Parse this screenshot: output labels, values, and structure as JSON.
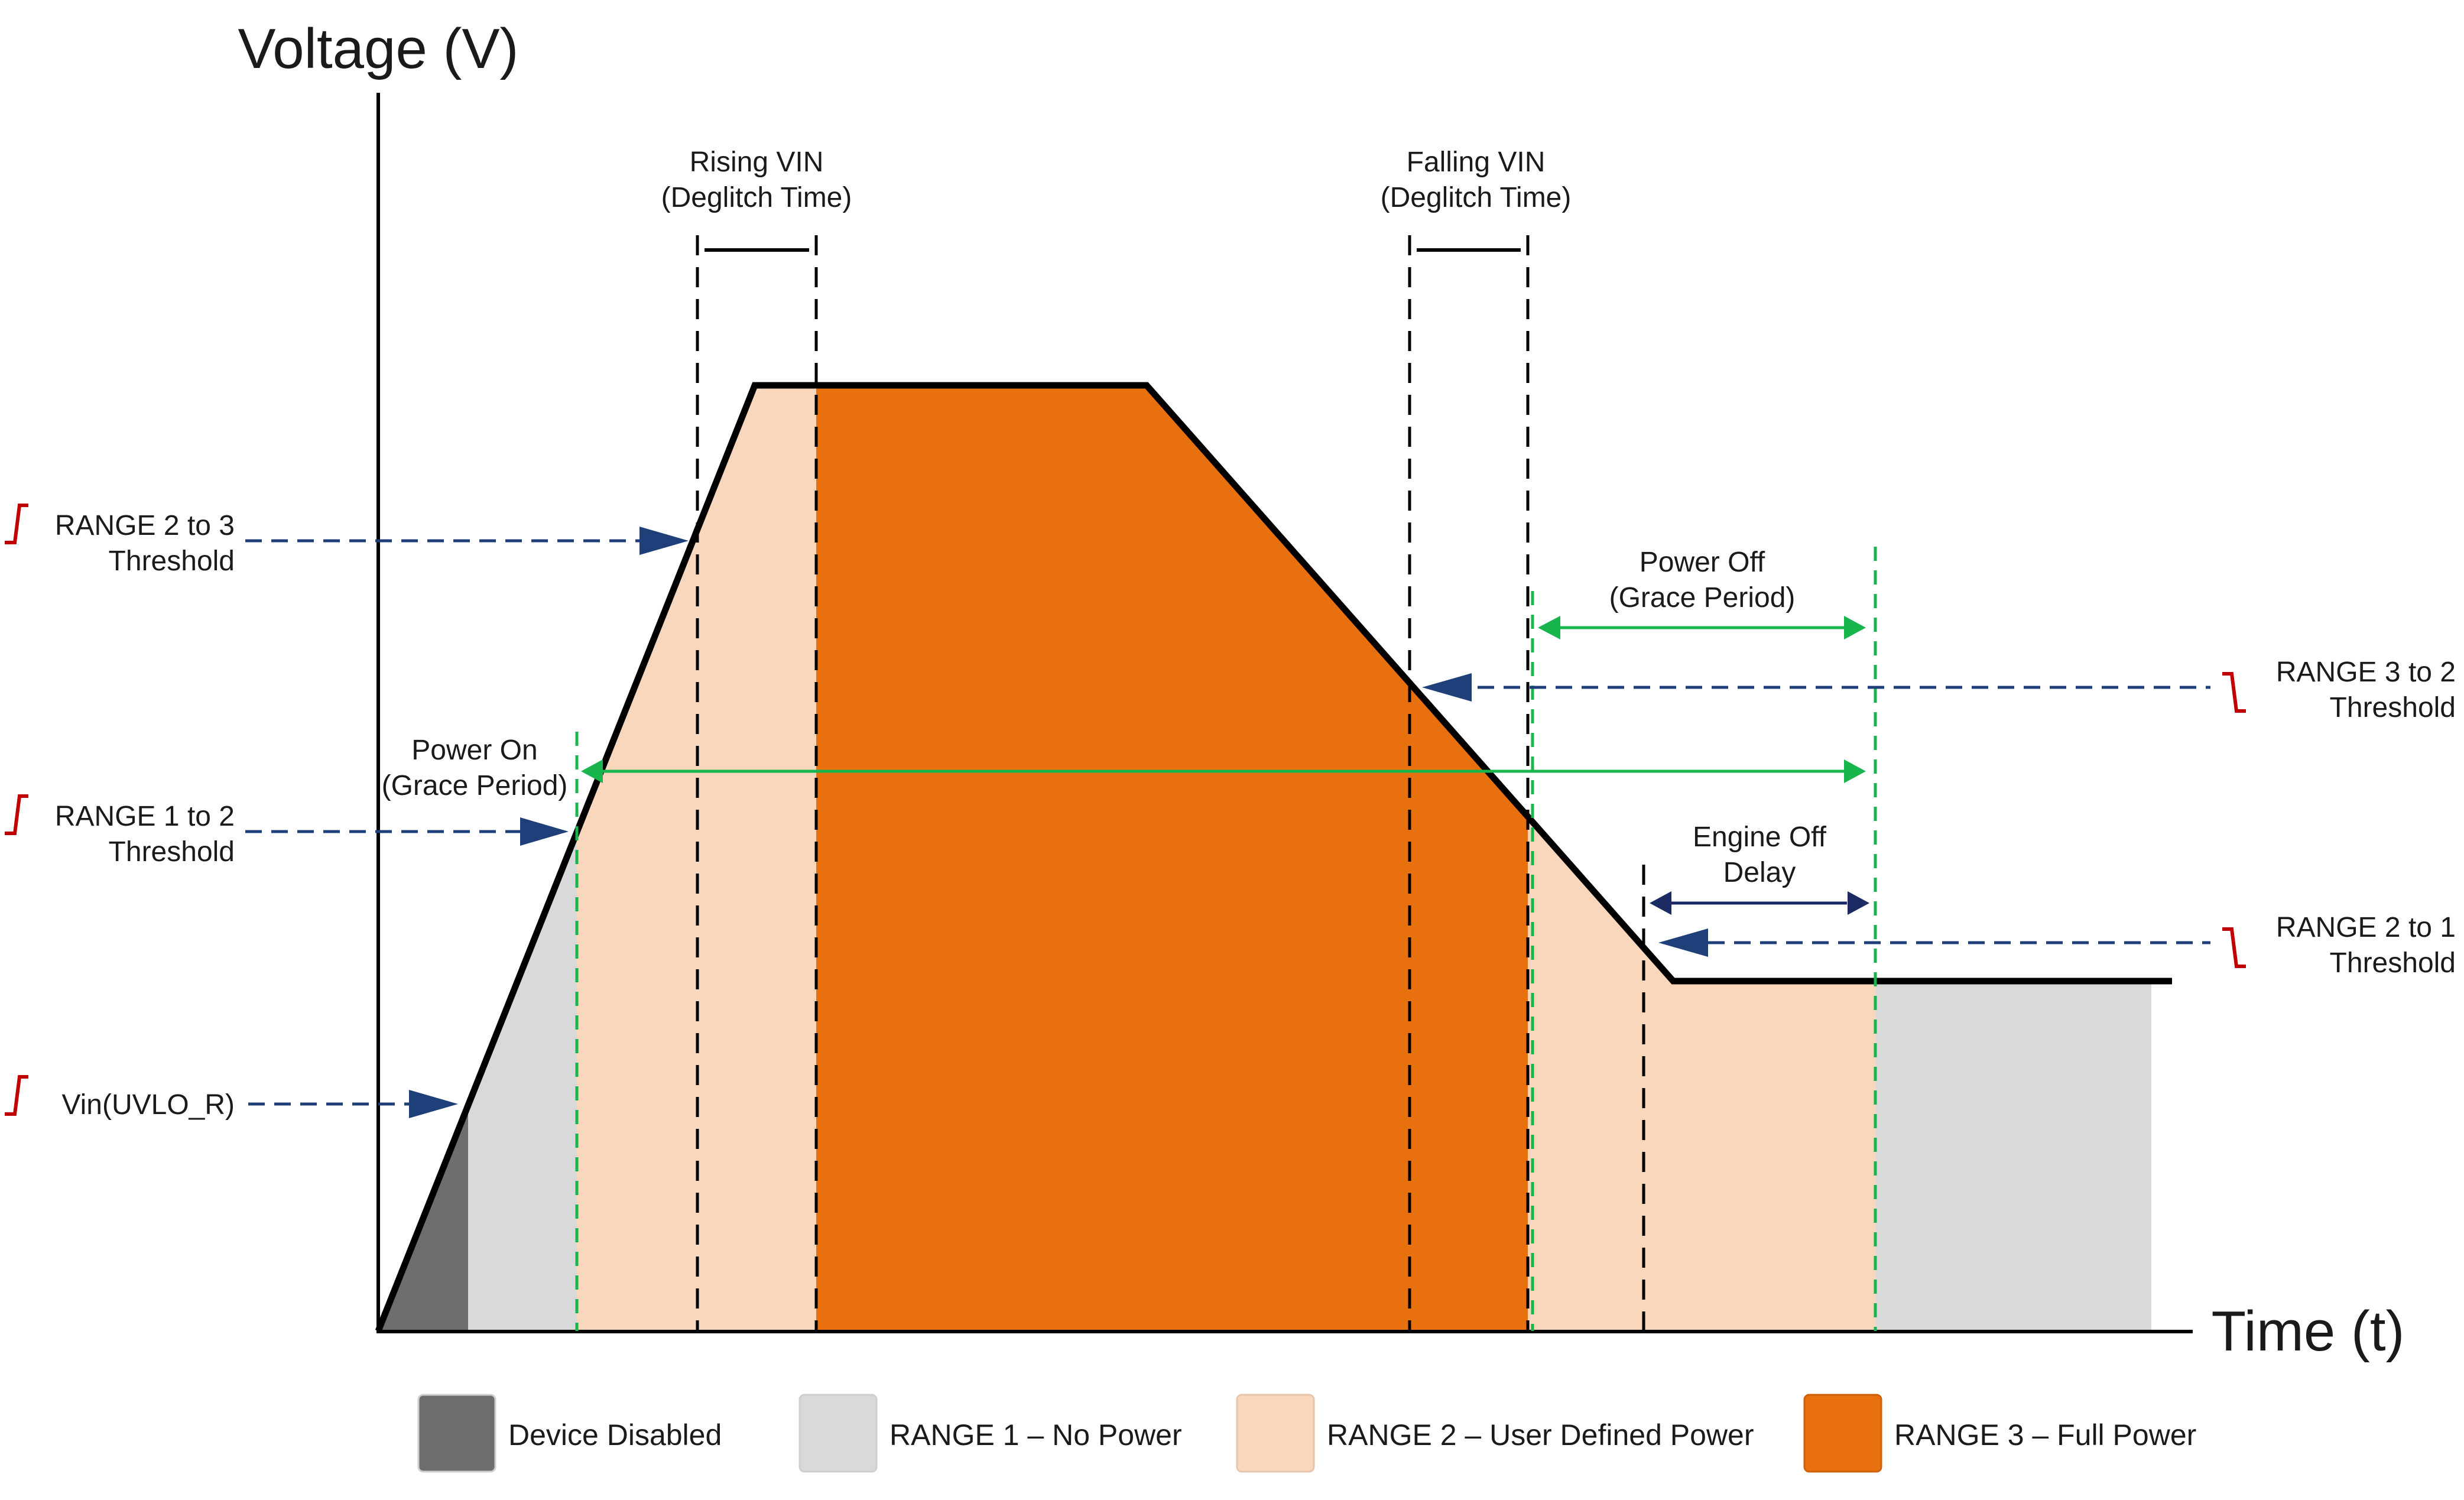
{
  "axes": {
    "y_label": "Voltage (V)",
    "x_label": "Time (t)"
  },
  "thresholds": {
    "r2to3": {
      "line1": "RANGE 2 to 3",
      "line2": "Threshold"
    },
    "r1to2": {
      "line1": "RANGE 1 to 2",
      "line2": "Threshold"
    },
    "uvlo": {
      "line1": "Vin(UVLO_R)"
    },
    "r3to2": {
      "line1": "RANGE 3 to 2",
      "line2": "Threshold"
    },
    "r2to1": {
      "line1": "RANGE 2 to 1",
      "line2": "Threshold"
    }
  },
  "timings": {
    "rising_vin": {
      "line1": "Rising VIN",
      "line2": "(Deglitch Time)"
    },
    "falling_vin": {
      "line1": "Falling VIN",
      "line2": "(Deglitch Time)"
    },
    "power_on": {
      "line1": "Power On",
      "line2": "(Grace Period)"
    },
    "power_off": {
      "line1": "Power Off",
      "line2": "(Grace Period)"
    },
    "engine_off": {
      "line1": "Engine Off",
      "line2": "Delay"
    }
  },
  "legend": [
    {
      "label": "Device Disabled",
      "color": "#6e6e6e"
    },
    {
      "label": "RANGE 1 – No Power",
      "color": "#d9d9d9"
    },
    {
      "label": "RANGE 2 – User Defined Power",
      "color": "#f9d7bd"
    },
    {
      "label": "RANGE 3 – Full Power",
      "color": "#e8700f"
    }
  ],
  "colors": {
    "device_disabled": "#6e6e6e",
    "range1": "#d9d9d9",
    "range2": "#f9d7bd",
    "range3": "#e8700f",
    "threshold_arrow": "#1f3f7a",
    "grace_period": "#17b54b",
    "threshold_icon": "#c00000"
  }
}
